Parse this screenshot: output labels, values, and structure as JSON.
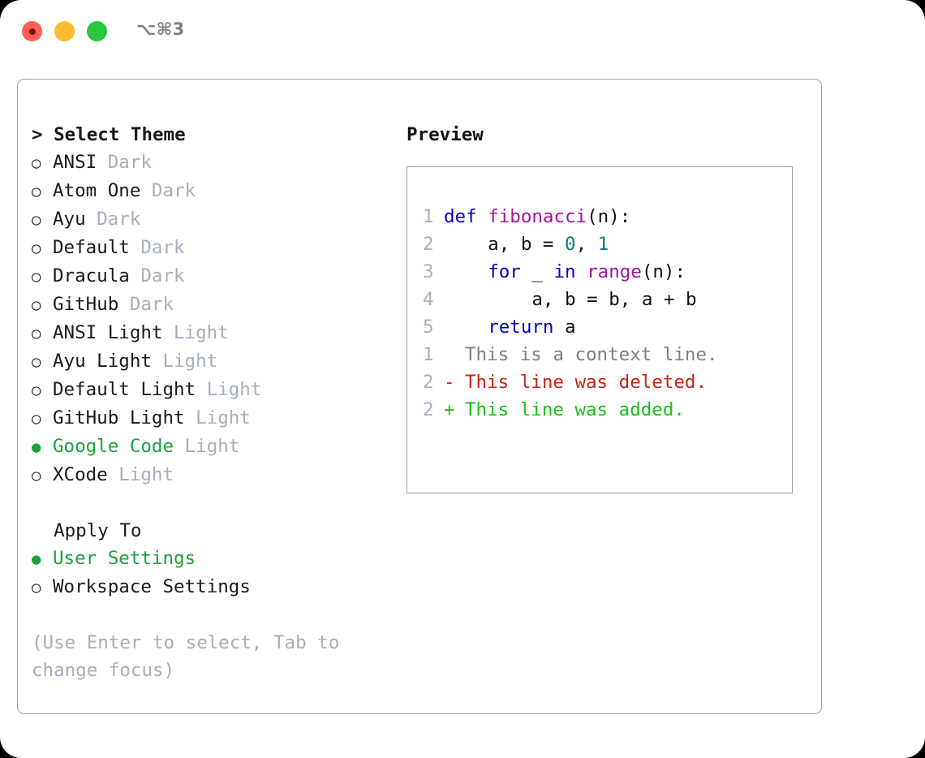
{
  "window": {
    "shortcut_label": "⌥⌘3",
    "traffic_lights": [
      {
        "name": "close",
        "color": "#ff5f56"
      },
      {
        "name": "minimize",
        "color": "#febc2e"
      },
      {
        "name": "maximize",
        "color": "#29c63f"
      }
    ]
  },
  "theme_picker": {
    "prompt_prefix": ">",
    "title": "Select Theme",
    "selected_marker": "●",
    "unselected_marker": "○",
    "accent_color": "#1ba33c",
    "muted_color": "#a7afba",
    "items": [
      {
        "name": "ANSI",
        "variant": "Dark",
        "selected": false
      },
      {
        "name": "Atom One",
        "variant": "Dark",
        "selected": false
      },
      {
        "name": "Ayu",
        "variant": "Dark",
        "selected": false
      },
      {
        "name": "Default",
        "variant": "Dark",
        "selected": false
      },
      {
        "name": "Dracula",
        "variant": "Dark",
        "selected": false
      },
      {
        "name": "GitHub",
        "variant": "Dark",
        "selected": false
      },
      {
        "name": "ANSI Light",
        "variant": "Light",
        "selected": false
      },
      {
        "name": "Ayu Light",
        "variant": "Light",
        "selected": false
      },
      {
        "name": "Default Light",
        "variant": "Light",
        "selected": false
      },
      {
        "name": "GitHub Light",
        "variant": "Light",
        "selected": false
      },
      {
        "name": "Google Code",
        "variant": "Light",
        "selected": true
      },
      {
        "name": "XCode",
        "variant": "Light",
        "selected": false
      }
    ]
  },
  "apply_to": {
    "title": "Apply To",
    "items": [
      {
        "name": "User Settings",
        "selected": true
      },
      {
        "name": "Workspace Settings",
        "selected": false
      }
    ]
  },
  "hint": {
    "line1": "(Use Enter to select, Tab to",
    "line2": "change focus)"
  },
  "preview": {
    "title": "Preview",
    "code_lines": [
      {
        "no": "1",
        "tokens": [
          {
            "t": "def ",
            "k": "kw"
          },
          {
            "t": "fibonacci",
            "k": "fn"
          },
          {
            "t": "(n):",
            "k": "pl"
          }
        ]
      },
      {
        "no": "2",
        "tokens": [
          {
            "t": "    a, b = ",
            "k": "pl"
          },
          {
            "t": "0",
            "k": "num"
          },
          {
            "t": ", ",
            "k": "pl"
          },
          {
            "t": "1",
            "k": "num"
          }
        ]
      },
      {
        "no": "3",
        "tokens": [
          {
            "t": "    ",
            "k": "pl"
          },
          {
            "t": "for",
            "k": "kw"
          },
          {
            "t": " _ ",
            "k": "pl"
          },
          {
            "t": "in",
            "k": "kw"
          },
          {
            "t": " ",
            "k": "pl"
          },
          {
            "t": "range",
            "k": "fn"
          },
          {
            "t": "(n):",
            "k": "pl"
          }
        ]
      },
      {
        "no": "4",
        "tokens": [
          {
            "t": "        a, b = b, a + b",
            "k": "pl"
          }
        ]
      },
      {
        "no": "5",
        "tokens": [
          {
            "t": "    ",
            "k": "pl"
          },
          {
            "t": "return",
            "k": "kw"
          },
          {
            "t": " a",
            "k": "pl"
          }
        ]
      }
    ],
    "diff_lines": [
      {
        "no": "1",
        "sign": " ",
        "text": "This is a context line.",
        "kind": "context"
      },
      {
        "no": "2",
        "sign": "-",
        "text": "This line was deleted.",
        "kind": "deleted"
      },
      {
        "no": "2",
        "sign": "+",
        "text": "This line was added.",
        "kind": "added"
      }
    ]
  }
}
